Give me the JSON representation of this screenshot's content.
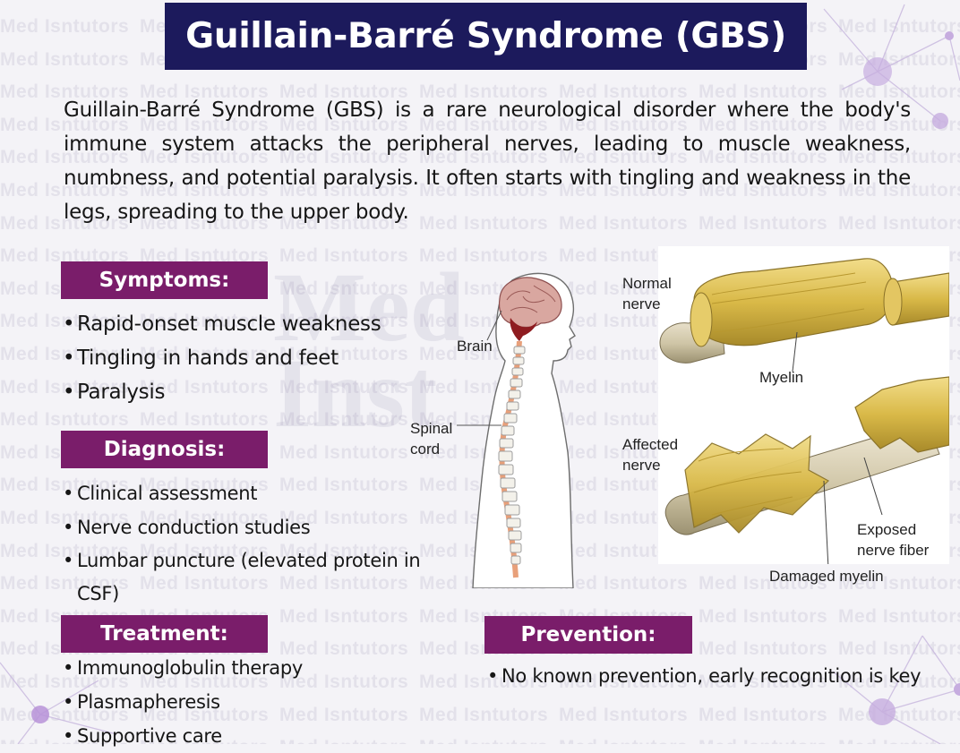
{
  "watermark_text": "Med Isntutors",
  "colors": {
    "title_bg": "#1c1a5c",
    "section_bg": "#7a1d6a",
    "network_node": "#b99ad6"
  },
  "title": "Guillain-Barré Syndrome (GBS)",
  "intro": "Guillain-Barré Syndrome (GBS) is a rare neurological disorder where the body's immune system attacks the peripheral nerves, leading to muscle weakness, numbness, and potential paralysis. It often starts with tingling and weakness in the legs, spreading to the upper body.",
  "symptoms": {
    "label": "Symptoms:",
    "items": [
      "Rapid-onset muscle weakness",
      "Tingling in hands and feet",
      "Paralysis"
    ]
  },
  "diagnosis": {
    "label": "Diagnosis:",
    "items": [
      "Clinical assessment",
      "Nerve conduction studies",
      "Lumbar puncture (elevated protein in CSF)"
    ]
  },
  "treatment": {
    "label": "Treatment:",
    "items": [
      "Immunoglobulin therapy",
      "Plasmapheresis",
      "Supportive care"
    ]
  },
  "prevention": {
    "label": "Prevention:",
    "items": [
      "No known prevention, early recognition is key"
    ]
  },
  "figure": {
    "brain": "Brain",
    "spinal_cord": "Spinal cord",
    "normal_nerve": "Normal nerve",
    "myelin": "Myelin",
    "affected_nerve": "Affected nerve",
    "exposed_fiber": "Exposed nerve fiber",
    "damaged_myelin": "Damaged myelin"
  }
}
